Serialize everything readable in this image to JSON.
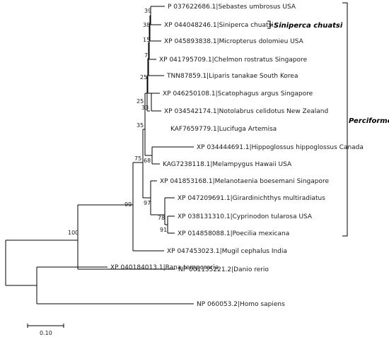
{
  "taxa": [
    "P 037622686.1|Sebastes umbrosus USA",
    "XP 044048246.1|Siniperca chuatsi",
    "XP 045893838.1|Micropterus dolomieu USA",
    "XP 041795709.1|Chelmon rostratus Singapore",
    "TNN87859.1|Liparis tanakae South Korea",
    "XP 046250108.1|Scatophagus argus Singapore",
    "XP 034542174.1|Notolabrus celidotus New Zealand",
    "KAF7659779.1|Lucifuga Artemisa",
    "XP 034444691.1|Hippoglossus hippoglossus Canada",
    "KAG7238118.1|Melampygus Hawaii USA",
    "XP 041853168.1|Melanotaenia boesemani Singapore",
    "XP 047209691.1|Girardinichthys multiradiatus",
    "XP 038131310.1|Cyprinodon tularosa USA",
    "XP 014858088.1|Poecilia mexicana",
    "XP 047453023.1|Mugil cephalus India",
    "NP 001155221.2|Danio rerio",
    "XP 040184013.1|Rana temporaria",
    "NP 060053.2|Homo sapiens"
  ],
  "bootstrap": [
    "39",
    "38",
    "15",
    "7",
    "25",
    "25",
    "33",
    "35",
    "68",
    "75",
    "97",
    "78",
    "91",
    "99",
    "100"
  ],
  "highlight_label": "Siniperca chuatsi",
  "group_label": "Perciformes",
  "scale_label": "0.10"
}
